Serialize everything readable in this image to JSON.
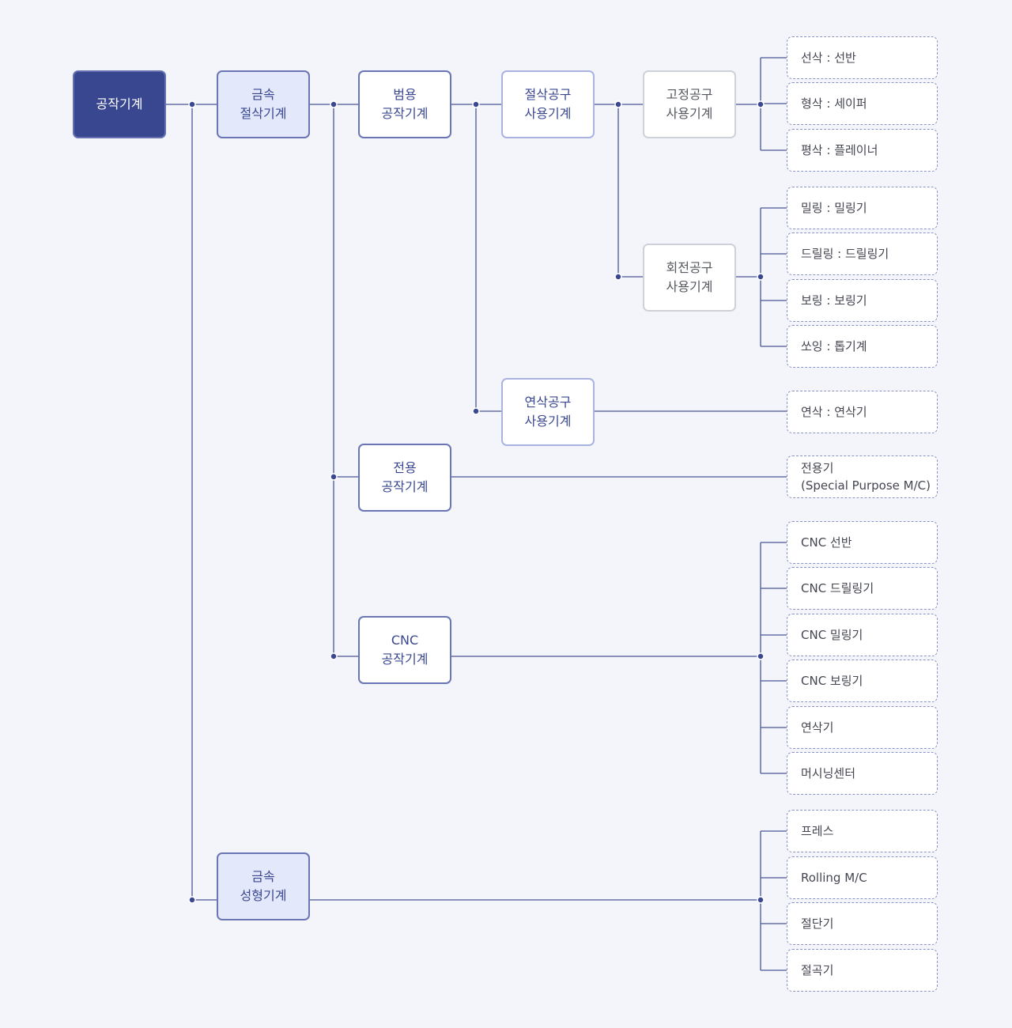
{
  "nodes": {
    "root": "공작기계",
    "metal_cutting": "금속\n절삭기계",
    "metal_forming": "금속\n성형기계",
    "general_machine": "범용\n공작기계",
    "special_machine": "전용\n공작기계",
    "cnc_machine": "CNC\n공작기계",
    "cutting_tool": "절삭공구\n사용기계",
    "grinding_tool": "연삭공구\n사용기계",
    "fixed_tool": "고정공구\n사용기계",
    "rotating_tool": "회전공구\n사용기계"
  },
  "leaves": {
    "fixed": [
      "선삭 : 선반",
      "형삭 : 세이퍼",
      "평삭 : 플레이너"
    ],
    "rotating": [
      "밀링 : 밀링기",
      "드릴링 : 드릴링기",
      "보링 : 보링기",
      "쏘잉 : 톱기계"
    ],
    "grinding": [
      "연삭 : 연삭기"
    ],
    "special": [
      "전용기\n(Special Purpose M/C)"
    ],
    "cnc": [
      "CNC 선반",
      "CNC  드릴링기",
      "CNC  밀링기",
      "CNC  보링기",
      "연삭기",
      "머시닝센터"
    ],
    "forming": [
      "프레스",
      "Rolling M/C",
      "절단기",
      "절곡기"
    ]
  },
  "colors": {
    "line": "#4a5598",
    "dot": "#3a4791",
    "root_fill": "#38478f",
    "accent_fill": "#e3e8fa"
  }
}
